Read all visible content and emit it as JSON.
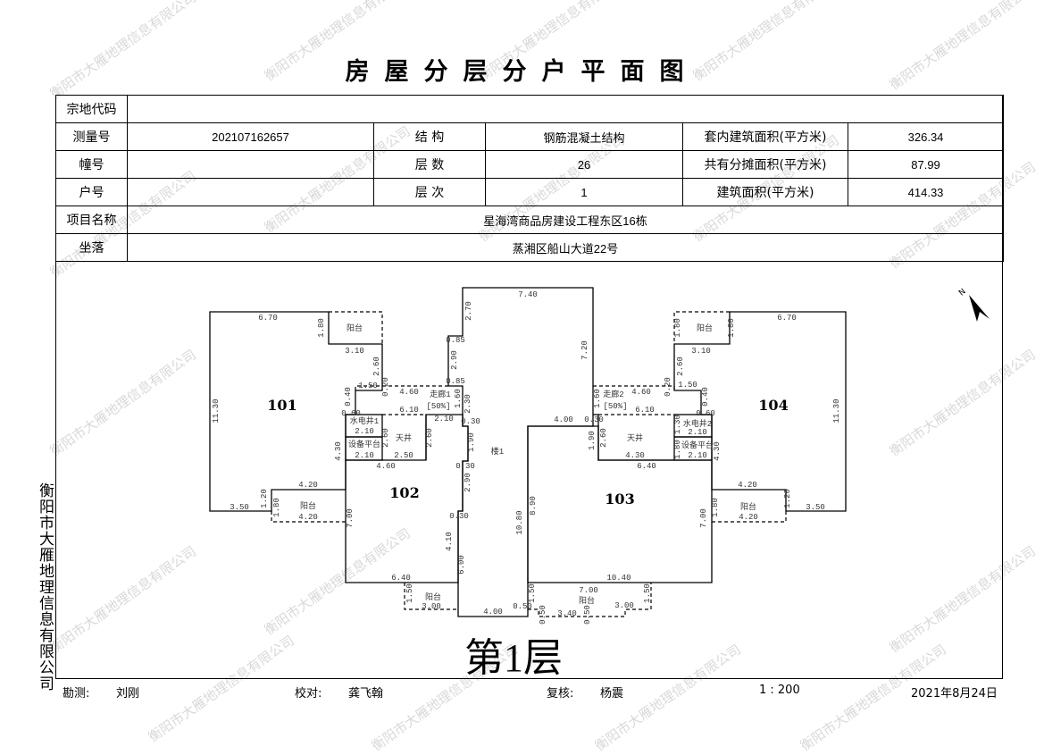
{
  "title": "房屋分层分户平面图",
  "watermark": "衡阳市大雁地理信息有限公司",
  "side_text": "衡阳市大雁地理信息有限公司",
  "table": {
    "parcel_code_label": "宗地代码",
    "parcel_code": "",
    "survey_no_label": "测量号",
    "survey_no": "202107162657",
    "structure_label": "结  构",
    "structure": "钢筋混凝土结构",
    "inner_area_label": "套内建筑面积(平方米)",
    "inner_area": "326.34",
    "building_no_label": "幢号",
    "building_no": "",
    "floors_label": "层  数",
    "floors": "26",
    "shared_area_label": "共有分摊面积(平方米)",
    "shared_area": "87.99",
    "unit_no_label": "户号",
    "unit_no": "",
    "floor_no_label": "层  次",
    "floor_no": "1",
    "building_area_label": "建筑面积(平方米)",
    "building_area": "414.33",
    "project_label": "项目名称",
    "project": "星海湾商品房建设工程东区16栋",
    "location_label": "坐落",
    "location": "蒸湘区船山大道22号"
  },
  "plan": {
    "north": "N",
    "rooms": [
      "101",
      "102",
      "103",
      "104"
    ],
    "floor_label": "第1层",
    "labels": [
      "6.70",
      "1.80",
      "阳台",
      "3.10",
      "2.60",
      "1.50",
      "0.20",
      "11.30",
      "0.40",
      "0.60",
      "4.60",
      "6.10",
      "水电井1",
      "2.10",
      "设备平台",
      "2.10",
      "天井",
      "2.50",
      "2.60",
      "2.60",
      "4.30",
      "4.60",
      "4.20",
      "3.50",
      "1.20",
      "1.80",
      "阳台",
      "4.20",
      "7.00",
      "6.40",
      "1.50",
      "阳台",
      "3.00",
      "7.40",
      "2.70",
      "0.85",
      "2.90",
      "0.85",
      "1.60",
      "2.30",
      "2.10",
      "0.30",
      "1.90",
      "0.30",
      "2.90",
      "0.30",
      "4.10",
      "6.00",
      "4.00",
      "楼1",
      "10.80",
      "8.90",
      "7.20",
      "走廊1",
      "[50%]",
      "走廊2",
      "[50%]",
      "4.60",
      "1.60",
      "6.10",
      "0.30",
      "4.00",
      "1.90",
      "2.60",
      "天井",
      "4.30",
      "6.40",
      "水电井2",
      "2.10",
      "设备平台",
      "2.10",
      "1.30",
      "1.80",
      "4.30",
      "0.20",
      "1.50",
      "2.60",
      "3.10",
      "1.80",
      "阳台",
      "1.80",
      "6.70",
      "11.30",
      "0.40",
      "0.60",
      "4.20",
      "1.20",
      "3.50",
      "1.80",
      "阳台",
      "4.20",
      "7.00",
      "10.40",
      "7.00",
      "1.50",
      "3.00",
      "阳台",
      "1.50",
      "0.50",
      "3.40",
      "0.50",
      "0.50"
    ]
  },
  "footer": {
    "surveyor_label": "勘测:",
    "surveyor": "刘刚",
    "checker_label": "校对:",
    "checker": "龚飞翰",
    "reviewer_label": "复核:",
    "reviewer": "杨震",
    "scale": "1 : 200",
    "date": "2021年8月24日"
  }
}
